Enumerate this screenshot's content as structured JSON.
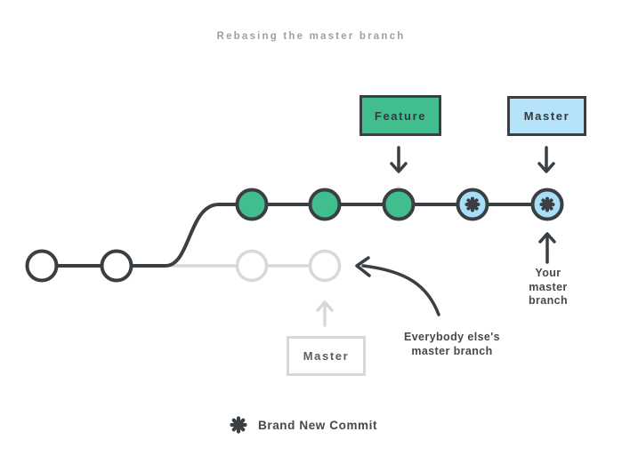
{
  "title": "Rebasing the master branch",
  "boxes": {
    "feature": {
      "label": "Feature"
    },
    "master_new": {
      "label": "Master"
    },
    "master_old": {
      "label": "Master"
    }
  },
  "annotations": {
    "your_master_branch": "Your\nmaster\nbranch",
    "everybody_else": "Everybody else's\nmaster branch"
  },
  "legend": {
    "label": "Brand New Commit"
  },
  "graph": {
    "original_commits": 2,
    "rebased_feature_commits": 3,
    "brand_new_commits": 2,
    "old_master_commits": 2
  },
  "colors": {
    "commit_green": "#41BE8E",
    "commit_blue": "#A9DEF8",
    "stroke_dark": "#3A3F44",
    "faded_gray": "#D8D8D8",
    "title_gray": "#9BA1A4"
  }
}
